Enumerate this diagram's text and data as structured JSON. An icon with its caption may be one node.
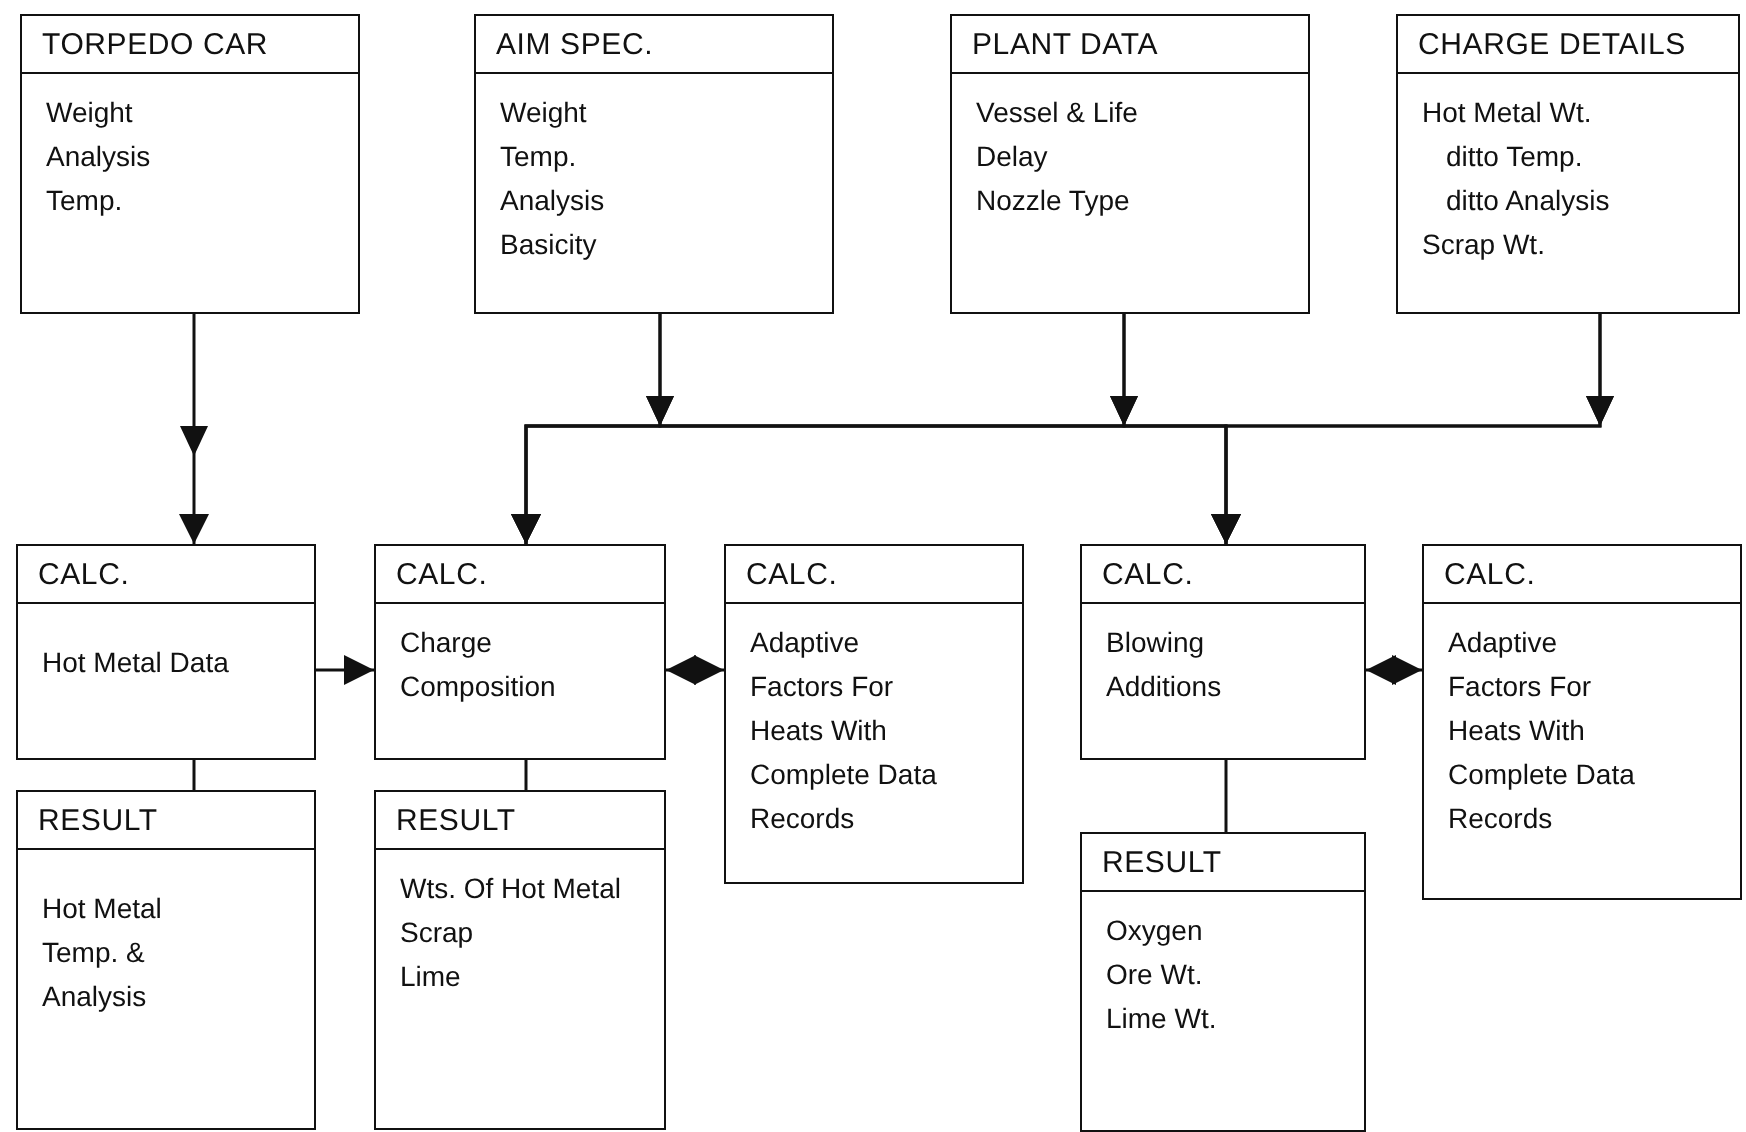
{
  "diagram": {
    "nodes": [
      {
        "text": [
          "TORPEDO CAR",
          "Weight",
          "Analysis",
          "Temp."
        ]
      },
      {
        "text": [
          "AIM SPEC.",
          "Weight",
          "Temp.",
          "Analysis",
          "Basicity"
        ]
      },
      {
        "text": [
          "PLANT DATA",
          "Vessel & Life",
          "Delay",
          "Nozzle Type"
        ]
      },
      {
        "text": [
          "CHARGE DETAILS",
          "Hot Metal Wt.",
          "ditto Temp.",
          "ditto Analysis",
          "Scrap Wt."
        ]
      },
      {
        "text": [
          "CALC.",
          "Hot Metal Data"
        ]
      },
      {
        "text": [
          "CALC.",
          "Charge Composition"
        ]
      },
      {
        "text": [
          "CALC.",
          "Adaptive Factors For Heats With Complete Data Records"
        ]
      },
      {
        "text": [
          "CALC.",
          "Blowing Additions"
        ]
      },
      {
        "text": [
          "CALC.",
          "Adaptive Factors For Heats With Complete Data Records"
        ]
      },
      {
        "text": [
          "RESULT",
          "Hot Metal Temp. & Analysis"
        ]
      },
      {
        "text": [
          "RESULT",
          "Wts. Of Hot Metal",
          "Scrap",
          "Lime"
        ]
      },
      {
        "text": [
          "RESULT",
          "Oxygen",
          "Ore Wt.",
          "Lime Wt."
        ]
      }
    ],
    "edges": [
      {
        "from": 0,
        "to": 4,
        "arrow": "to"
      },
      {
        "from": 1,
        "to": 5,
        "arrow": "to"
      },
      {
        "from": 2,
        "to": 5,
        "arrow": "to"
      },
      {
        "from": 3,
        "to": 5,
        "arrow": "to"
      },
      {
        "from": 1,
        "to": 7,
        "arrow": "to"
      },
      {
        "from": 2,
        "to": 7,
        "arrow": "to"
      },
      {
        "from": 3,
        "to": 7,
        "arrow": "to"
      },
      {
        "from": 4,
        "to": 5,
        "arrow": "to"
      },
      {
        "from": 5,
        "to": 6,
        "arrow": "both"
      },
      {
        "from": 7,
        "to": 8,
        "arrow": "both"
      },
      {
        "from": 4,
        "to": 9,
        "arrow": "none"
      },
      {
        "from": 5,
        "to": 10,
        "arrow": "none"
      },
      {
        "from": 7,
        "to": 11,
        "arrow": "none"
      }
    ]
  }
}
